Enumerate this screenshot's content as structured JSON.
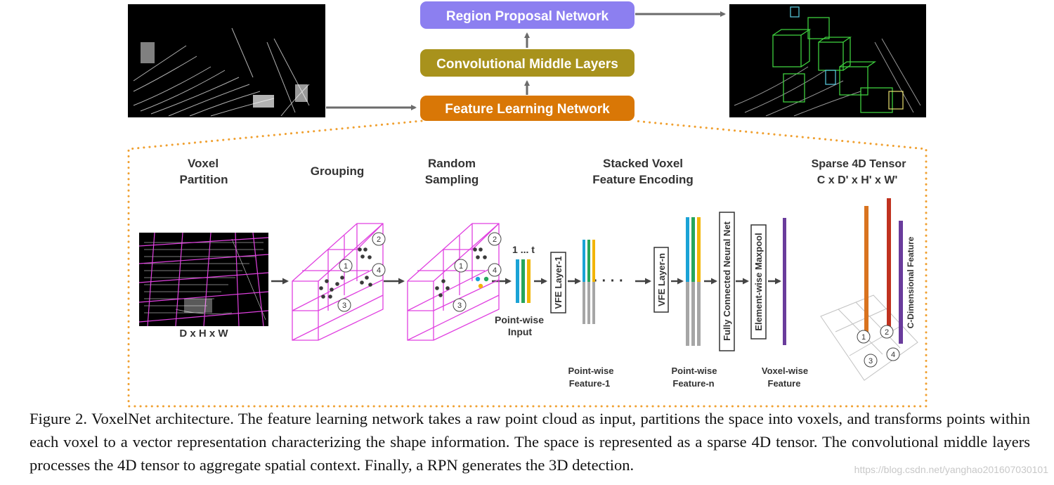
{
  "top_pipeline": {
    "rpn_label": "Region Proposal Network",
    "cml_label": "Convolutional Middle Layers",
    "fln_label": "Feature Learning Network",
    "colors": {
      "rpn": "#8c7ff0",
      "cml": "#a8921c",
      "fln": "#d97706"
    }
  },
  "stages": {
    "voxel_partition": [
      "Voxel",
      "Partition"
    ],
    "grouping": "Grouping",
    "random_sampling": [
      "Random",
      "Sampling"
    ],
    "svfe": [
      "Stacked Voxel",
      "Feature Encoding"
    ],
    "sparse_tensor": [
      "Sparse 4D Tensor",
      "C x D' x H' x W'"
    ]
  },
  "labels": {
    "dims": "D x H x W",
    "one_to_t": "1 ... t",
    "pointwise_input": [
      "Point-wise",
      "Input"
    ],
    "vfe_layer_1": "VFE Layer-1",
    "vfe_layer_n": "VFE Layer-n",
    "fcn": "Fully Connected Neural Net",
    "maxpool": "Element-wise Maxpool",
    "pointwise_feature_1": [
      "Point-wise",
      "Feature-1"
    ],
    "pointwise_feature_n": [
      "Point-wise",
      "Feature-n"
    ],
    "voxelwise_feature": [
      "Voxel-wise",
      "Feature"
    ],
    "c_dim_feature": "C-Dimensional Feature",
    "voxel_numbers": [
      "1",
      "2",
      "3",
      "4"
    ]
  },
  "caption": "Figure 2. VoxelNet architecture. The feature learning network takes a raw point cloud as input, partitions the space into voxels, and transforms points within each voxel to a vector representation characterizing the shape information. The space is represented as a sparse 4D tensor. The convolutional middle layers processes the 4D tensor to aggregate spatial context. Finally, a RPN generates the 3D detection.",
  "watermark": "https://blog.csdn.net/yanghao201607030101"
}
